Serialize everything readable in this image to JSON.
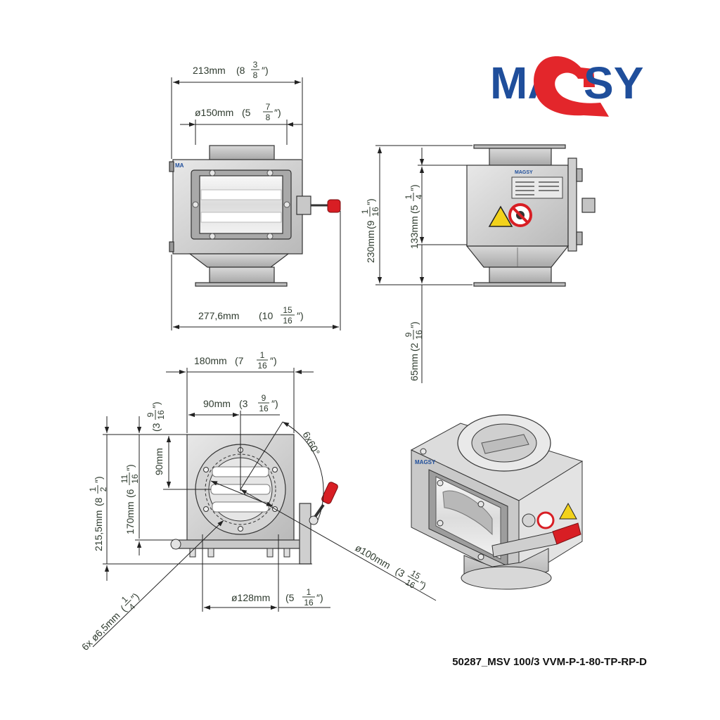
{
  "logo": {
    "text": "MAGSY",
    "colors": {
      "blue": "#1f4e9b",
      "red": "#e3262b"
    }
  },
  "caption": "50287_MSV 100/3 VVM-P-1-80-TP-RP-D",
  "dims": {
    "top_width": {
      "value": "213mm",
      "whole": "(8",
      "num": "3",
      "den": "8",
      "tail": "″)"
    },
    "top_flange": {
      "value": "ø150mm",
      "whole": "(5",
      "num": "7",
      "den": "8",
      "tail": "″)"
    },
    "overall_width": {
      "value": "277,6mm",
      "whole": "(10",
      "num": "15",
      "den": "16",
      "tail": "″)"
    },
    "side_height": {
      "value": "230mm",
      "whole": "(9",
      "num": "1",
      "den": "16",
      "tail": "″)"
    },
    "side_body": {
      "value": "133mm",
      "whole": "(5",
      "num": "1",
      "den": "4",
      "tail": "″)"
    },
    "side_flange": {
      "value": "65mm",
      "whole": "(2",
      "num": "9",
      "den": "16",
      "tail": "″)"
    },
    "bottom_width": {
      "value": "180mm",
      "whole": "(7",
      "num": "1",
      "den": "16",
      "tail": "″)"
    },
    "bottom_half": {
      "value": "90mm",
      "whole": "(3",
      "num": "9",
      "den": "16",
      "tail": "″)"
    },
    "bottom_vhalf": {
      "value": "90mm",
      "whole": "(3",
      "num": "9",
      "den": "16",
      "tail": "″)"
    },
    "bottom_height": {
      "value": "215,5mm",
      "whole": "(8",
      "num": "1",
      "den": "2",
      "tail": "″)"
    },
    "bottom_body": {
      "value": "170mm",
      "whole": "(6",
      "num": "11",
      "den": "16",
      "tail": "″)"
    },
    "angle": {
      "value": "6x60°"
    },
    "bolt_circle": {
      "value": "ø100mm",
      "whole": "(3",
      "num": "15",
      "den": "16",
      "tail": "″)"
    },
    "inner_dia": {
      "value": "ø128mm",
      "whole": "(5",
      "num": "1",
      "den": "16",
      "tail": "″)"
    },
    "holes": {
      "value": "6x ø6,5mm",
      "whole": "(",
      "num": "1",
      "den": "4",
      "tail": "″)"
    }
  }
}
